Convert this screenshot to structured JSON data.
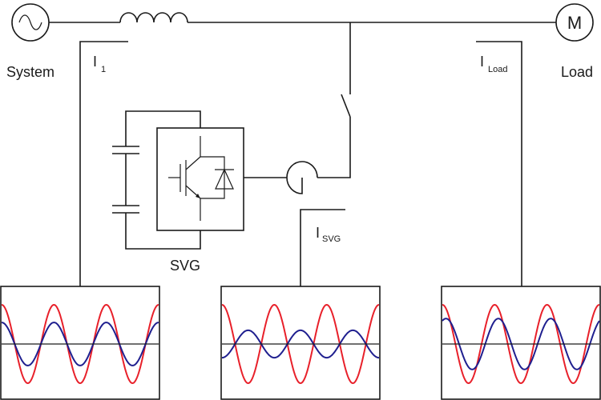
{
  "labels": {
    "system": "System",
    "load": "Load",
    "svg": "SVG",
    "motor_symbol": "M",
    "i1_main": "I",
    "i1_sub": "1",
    "iload_main": "I",
    "iload_sub": "Load",
    "isvg_main": "I",
    "isvg_sub": "SVG"
  },
  "colors": {
    "red_wave": "#e8202a",
    "blue_wave": "#1f1f8f",
    "converter_fill": "#c8c8c8"
  },
  "icons": {
    "source": "ac-source-icon",
    "inductor": "inductor-icon",
    "motor": "motor-icon",
    "switch": "switch-icon",
    "current_transformer": "current-transformer-icon",
    "capacitors": "capacitor-icon",
    "igbt": "igbt-icon",
    "diode": "diode-icon"
  },
  "scopes": [
    {
      "id": "system",
      "red_amp": 1.0,
      "blue_amp": 0.55,
      "blue_offset_deg": 0,
      "cycles": 3
    },
    {
      "id": "svg",
      "red_amp": 1.0,
      "blue_amp": 0.35,
      "blue_offset_deg": 180,
      "cycles": 3
    },
    {
      "id": "load",
      "red_amp": 1.0,
      "blue_amp": 0.65,
      "blue_offset_deg": -25,
      "cycles": 3
    }
  ]
}
